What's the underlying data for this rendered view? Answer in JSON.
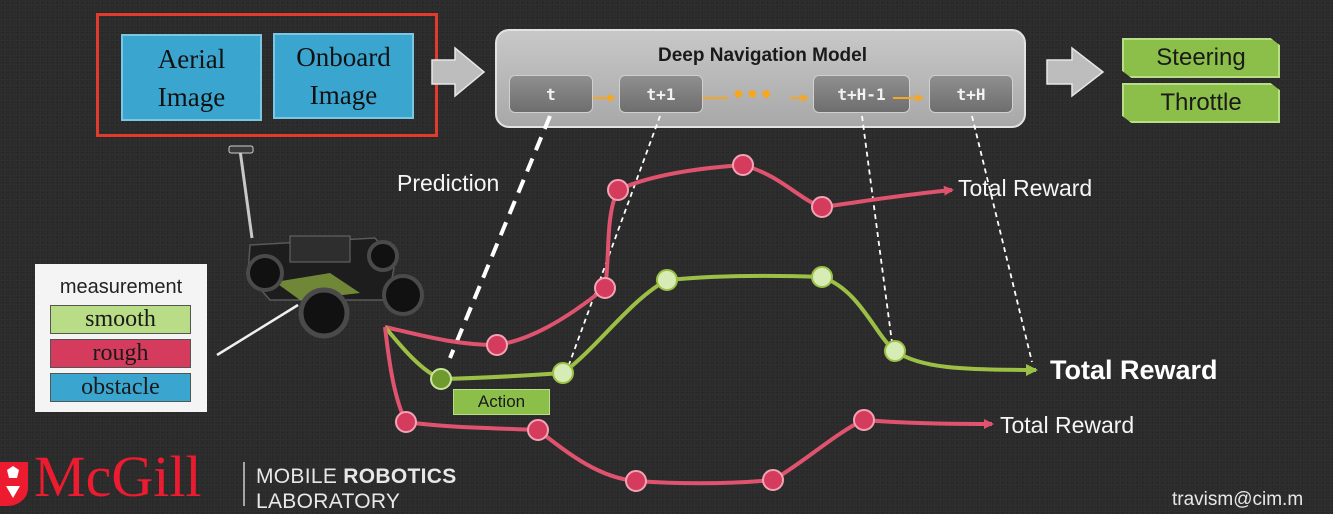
{
  "inputs": {
    "aerial_label": [
      "Aerial",
      "Image"
    ],
    "onboard_label": [
      "Onboard",
      "Image"
    ]
  },
  "model": {
    "title": "Deep Navigation Model",
    "steps": [
      "t",
      "t+1",
      "t+H-1",
      "t+H"
    ],
    "ellipsis": "●●●"
  },
  "outputs": {
    "steering": "Steering",
    "throttle": "Throttle"
  },
  "legend": {
    "title": "measurement",
    "items": [
      {
        "label": "smooth",
        "color": "#b9dc86"
      },
      {
        "label": "rough",
        "color": "#d43b5c"
      },
      {
        "label": "obstacle",
        "color": "#3aa6d0"
      }
    ]
  },
  "labels": {
    "prediction": "Prediction",
    "action": "Action",
    "reward_top": "Total Reward",
    "reward_middle": "Total Reward",
    "reward_bottom": "Total Reward"
  },
  "footer": {
    "university": "McGill",
    "lab_line1_regular": "MOBILE ",
    "lab_line1_bold": "ROBOTICS",
    "lab_line2": "LABORATORY",
    "email": "travism@cim.m"
  },
  "colors": {
    "rough_path": "#e0536f",
    "smooth_path": "#9cc046",
    "smooth_node": "#d6ecb4",
    "frame_red": "#e23b2e",
    "mcgill_red": "#ed1b2f"
  }
}
